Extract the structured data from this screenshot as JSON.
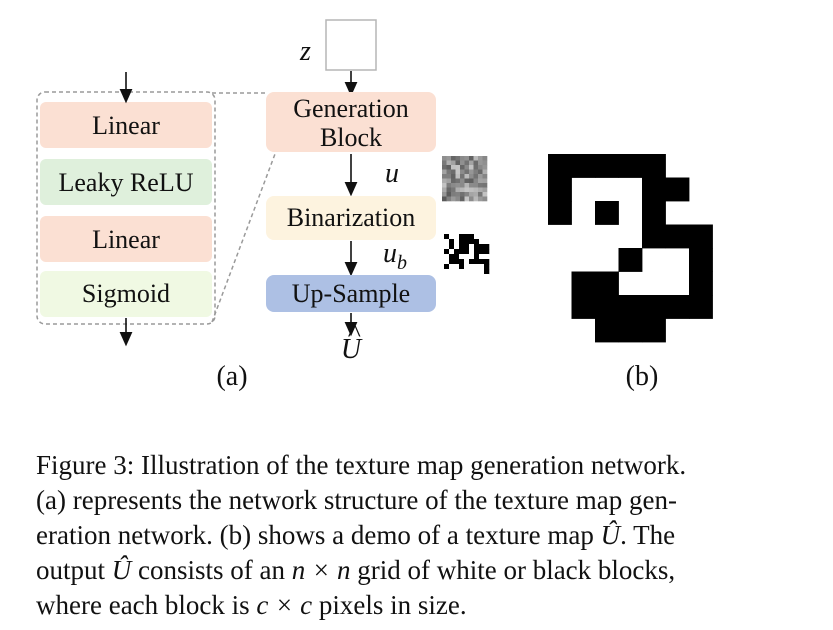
{
  "diagram": {
    "inner_layers": [
      {
        "label": "Linear",
        "fill": "#fbe0d3"
      },
      {
        "label": "Leaky ReLU",
        "fill": "#dff0dc"
      },
      {
        "label": "Linear",
        "fill": "#fbe0d3"
      },
      {
        "label": "Sigmoid",
        "fill": "#f0f9e3"
      }
    ],
    "input_label": "z",
    "generation_block": {
      "line1": "Generation",
      "line2": "Block",
      "fill": "#fbe0d3"
    },
    "binarization": {
      "label": "Binarization",
      "fill": "#fdf3df"
    },
    "upsample": {
      "label": "Up-Sample",
      "fill": "#adc0e4"
    },
    "u_label": "u",
    "ub_label": "u",
    "ub_subscript": "b",
    "output_label": "U",
    "output_hat": "^",
    "panel_a": "(a)",
    "panel_b": "(b)",
    "texture_grid": {
      "n": 8,
      "black_cells": [
        [
          0,
          0
        ],
        [
          0,
          1
        ],
        [
          0,
          2
        ],
        [
          0,
          3
        ],
        [
          0,
          4
        ],
        [
          1,
          0
        ],
        [
          1,
          4
        ],
        [
          1,
          5
        ],
        [
          2,
          0
        ],
        [
          2,
          2
        ],
        [
          2,
          4
        ],
        [
          3,
          4
        ],
        [
          3,
          5
        ],
        [
          3,
          6
        ],
        [
          4,
          3
        ],
        [
          4,
          6
        ],
        [
          5,
          1
        ],
        [
          5,
          2
        ],
        [
          5,
          6
        ],
        [
          6,
          1
        ],
        [
          6,
          2
        ],
        [
          6,
          3
        ],
        [
          6,
          4
        ],
        [
          6,
          5
        ],
        [
          6,
          6
        ],
        [
          7,
          2
        ],
        [
          7,
          3
        ],
        [
          7,
          4
        ]
      ],
      "color_black": "#000000",
      "color_white": "#ffffff"
    }
  },
  "caption": {
    "line1": "Figure 3: Illustration of the texture map generation network.",
    "line2": "(a) represents the network structure of the texture map gen-",
    "line3_pre": "eration network. (b) shows a demo of a texture map ",
    "line3_math": "Û",
    "line3_post": ". The",
    "line4_pre": "output ",
    "line4_math": "Û",
    "line4_mid": " consists of an ",
    "line4_math2": "n × n",
    "line4_post": " grid of white or black blocks,",
    "line5_pre": "where each block is ",
    "line5_math": "c × c",
    "line5_post": " pixels in size."
  }
}
